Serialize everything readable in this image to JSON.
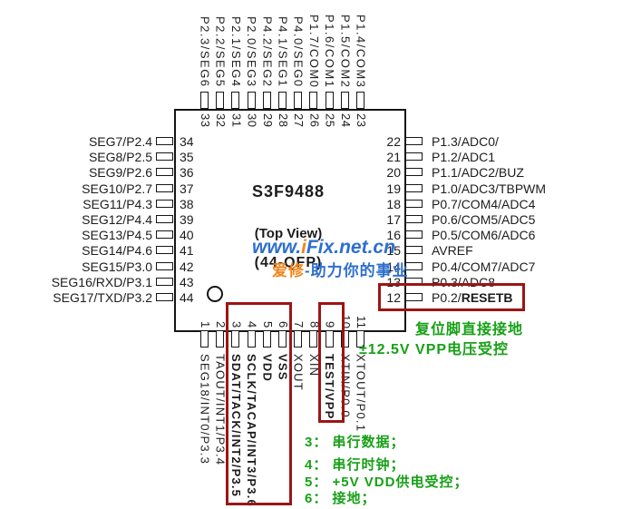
{
  "chip": {
    "title": "S3F9488",
    "subtitle1": "(Top View)",
    "subtitle2": "(44-QFP)"
  },
  "watermark": {
    "url_www": "www.",
    "url_i": "i",
    "url_rest": "Fix.net.cn",
    "slogan_orange": "爱修",
    "slogan_rest": "-助力你的事业"
  },
  "pins": {
    "left": [
      {
        "num": "34",
        "label": "SEG7/P2.4"
      },
      {
        "num": "35",
        "label": "SEG8/P2.5"
      },
      {
        "num": "36",
        "label": "SEG9/P2.6"
      },
      {
        "num": "37",
        "label": "SEG10/P2.7"
      },
      {
        "num": "38",
        "label": "SEG11/P4.3"
      },
      {
        "num": "39",
        "label": "SEG12/P4.4"
      },
      {
        "num": "40",
        "label": "SEG13/P4.5"
      },
      {
        "num": "41",
        "label": "SEG14/P4.6"
      },
      {
        "num": "42",
        "label": "SEG15/P3.0"
      },
      {
        "num": "43",
        "label": "SEG16/RXD/P3.1"
      },
      {
        "num": "44",
        "label": "SEG17/TXD/P3.2"
      }
    ],
    "right": [
      {
        "num": "22",
        "label": "P1.3/ADC0/"
      },
      {
        "num": "21",
        "label": "P1.2/ADC1"
      },
      {
        "num": "20",
        "label": "P1.1/ADC2/BUZ"
      },
      {
        "num": "19",
        "label": "P1.0/ADC3/TBPWM"
      },
      {
        "num": "18",
        "label": "P0.7/COM4/ADC4"
      },
      {
        "num": "17",
        "label": "P0.6/COM5/ADC5"
      },
      {
        "num": "16",
        "label": "P0.5/COM6/ADC6"
      },
      {
        "num": "15",
        "label": "AVREF"
      },
      {
        "num": "14",
        "label": "P0.4/COM7/ADC7"
      },
      {
        "num": "13",
        "label": "P0.3/ADC8"
      },
      {
        "num": "12",
        "label": "P0.2/",
        "bold_suffix": "RESETB"
      }
    ],
    "top": [
      {
        "num": "33",
        "label": "P2.3/SEG6"
      },
      {
        "num": "32",
        "label": "P2.2/SEG5"
      },
      {
        "num": "31",
        "label": "P2.1/SEG4"
      },
      {
        "num": "30",
        "label": "P2.0/SEG3"
      },
      {
        "num": "29",
        "label": "P4.2/SEG2"
      },
      {
        "num": "28",
        "label": "P4.1/SEG1"
      },
      {
        "num": "27",
        "label": "P4.0/SEG0"
      },
      {
        "num": "26",
        "label": "P1.7/COM0"
      },
      {
        "num": "25",
        "label": "P1.6/COM1"
      },
      {
        "num": "24",
        "label": "P1.5/COM2"
      },
      {
        "num": "23",
        "label": "P1.4/COM3"
      }
    ],
    "bottom": [
      {
        "num": "1",
        "label": "SEG18/INT0/P3.3"
      },
      {
        "num": "2",
        "label": "TAOUT/INT1/P3.4"
      },
      {
        "num": "3",
        "label": "SDAT/TACK/INT2/P3.5",
        "bold": true
      },
      {
        "num": "4",
        "label": "SCLK/TACAP/INT3/P3.6",
        "bold": true
      },
      {
        "num": "5",
        "label": "VDD",
        "bold": true
      },
      {
        "num": "6",
        "label": "VSS",
        "bold": true
      },
      {
        "num": "7",
        "label": "XOUT"
      },
      {
        "num": "8",
        "label": "XIN"
      },
      {
        "num": "9",
        "label": "TEST/VPP",
        "bold": true
      },
      {
        "num": "10",
        "label": "XTIN/P0.0"
      },
      {
        "num": "11",
        "label": "XTOUT/P0.1"
      }
    ]
  },
  "annotations": {
    "reset_note": "复位脚直接接地",
    "vpp_note": "±12.5V VPP电压受控",
    "legend": [
      "3： 串行数据；",
      "4： 串行时钟；",
      "5： +5V VDD供电受控；",
      "6： 接地；"
    ]
  },
  "colors": {
    "annotation_green": "#17a017",
    "highlight_red": "#9c1515",
    "watermark_blue": "#2e6fce",
    "watermark_orange": "#f08418"
  }
}
